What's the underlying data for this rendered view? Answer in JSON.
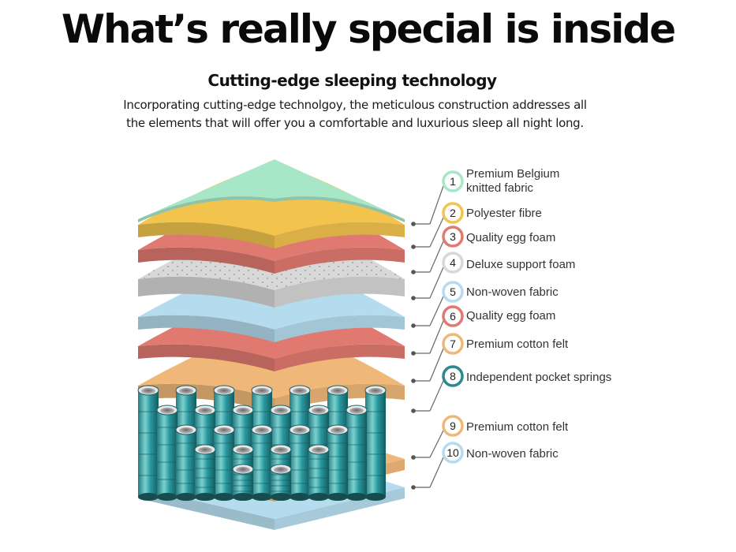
{
  "title": "What’s really special is inside",
  "subtitle": "Cutting-edge sleeping technology",
  "description": "Incorporating cutting-edge technolgoy, the meticulous construction addresses all the elements that will offer you a comfortable and luxurious sleep all night long.",
  "layers": [
    {
      "number": "1",
      "label": "Premium Belgium knitted fabric",
      "color": "#a8e6c8"
    },
    {
      "number": "2",
      "label": "Polyester fibre",
      "color": "#f2c44e"
    },
    {
      "number": "3",
      "label": "Quality egg foam",
      "color": "#e07a70"
    },
    {
      "number": "4",
      "label": "Deluxe support foam",
      "color": "#d8d8d8"
    },
    {
      "number": "5",
      "label": "Non-woven fabric",
      "color": "#b5dcee"
    },
    {
      "number": "6",
      "label": "Quality egg foam",
      "color": "#e07a70"
    },
    {
      "number": "7",
      "label": "Premium cotton felt",
      "color": "#f0b878"
    },
    {
      "number": "8",
      "label": "Independent pocket springs",
      "color": "#2a8a90"
    },
    {
      "number": "9",
      "label": "Premium cotton felt",
      "color": "#f0b878"
    },
    {
      "number": "10",
      "label": "Non-woven fabric",
      "color": "#b5dcee"
    }
  ]
}
